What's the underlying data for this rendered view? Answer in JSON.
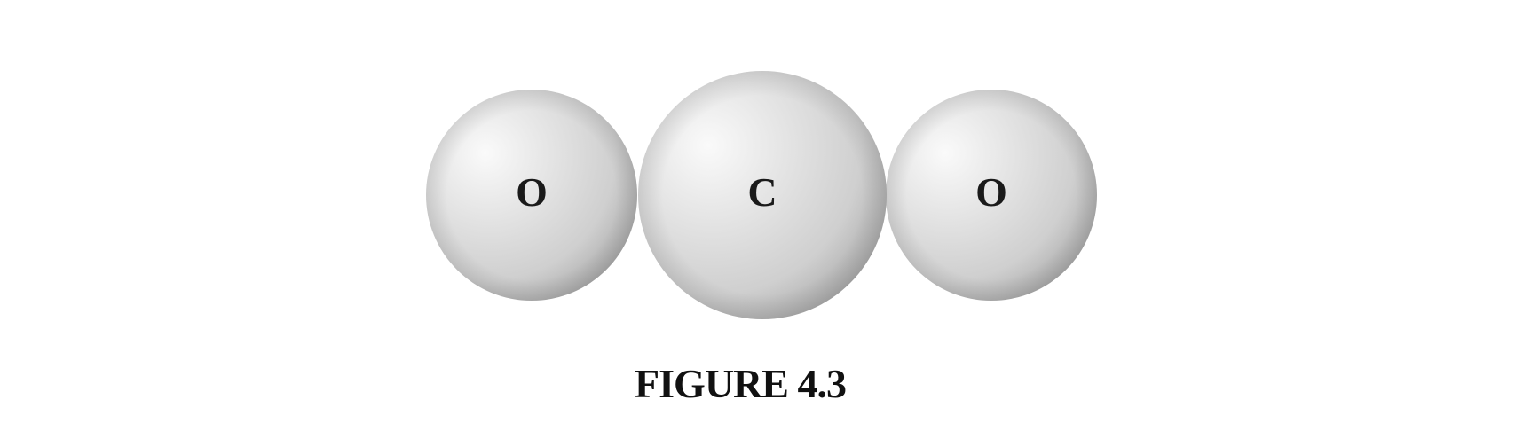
{
  "diagram": {
    "atoms": [
      {
        "id": "oxygen-left",
        "symbol": "O"
      },
      {
        "id": "carbon-center",
        "symbol": "C"
      },
      {
        "id": "oxygen-right",
        "symbol": "O"
      }
    ],
    "caption": "FIGURE 4.3",
    "colors": {
      "sphere_highlight": "#f7f7f7",
      "sphere_mid": "#d9d9d9",
      "sphere_shadow": "#a8a8a8",
      "label": "#1a1a1a",
      "background": "#ffffff"
    }
  }
}
